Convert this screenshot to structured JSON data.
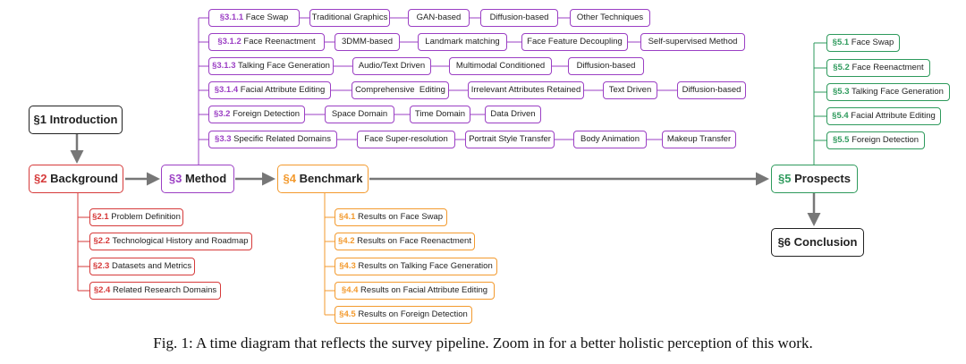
{
  "colors": {
    "background": "#d63a3a",
    "method": "#9b3fc4",
    "benchmark": "#f39a2e",
    "prospects": "#2e9a5c",
    "neutral": "#222222",
    "arrow": "#777777"
  },
  "main": {
    "intro": {
      "num": "§1",
      "label": "Introduction"
    },
    "background": {
      "num": "§2",
      "label": "Background"
    },
    "method": {
      "num": "§3",
      "label": "Method"
    },
    "benchmark": {
      "num": "§4",
      "label": "Benchmark"
    },
    "prospects": {
      "num": "§5",
      "label": "Prospects"
    },
    "conclusion": {
      "num": "§6",
      "label": "Conclusion"
    }
  },
  "method_rows": [
    {
      "head": {
        "num": "§3.1.1",
        "label": "Face Swap"
      },
      "items": [
        "Traditional Graphics",
        "GAN-based",
        "Diffusion-based",
        "Other Techniques"
      ]
    },
    {
      "head": {
        "num": "§3.1.2",
        "label": "Face Reenactment"
      },
      "items": [
        "3DMM-based",
        "Landmark matching",
        "Face Feature Decoupling",
        "Self-supervised Method"
      ]
    },
    {
      "head": {
        "num": "§3.1.3",
        "label": "Talking Face Generation"
      },
      "items": [
        "Audio/Text Driven",
        "Multimodal Conditioned",
        "Diffusion-based"
      ]
    },
    {
      "head": {
        "num": "§3.1.4",
        "label": "Facial Attribute Editing"
      },
      "items": [
        "Comprehensive  Editing",
        "Irrelevant Attributes Retained",
        "Text Driven",
        "Diffusion-based"
      ]
    },
    {
      "head": {
        "num": "§3.2",
        "label": "Foreign Detection"
      },
      "items": [
        "Space Domain",
        "Time Domain",
        "Data Driven"
      ]
    },
    {
      "head": {
        "num": "§3.3",
        "label": "Specific Related Domains"
      },
      "items": [
        "Face Super-resolution",
        "Portrait Style Transfer",
        "Body Animation",
        "Makeup Transfer"
      ]
    }
  ],
  "background_items": [
    {
      "num": "§2.1",
      "label": "Problem Definition"
    },
    {
      "num": "§2.2",
      "label": "Technological History and Roadmap"
    },
    {
      "num": "§2.3",
      "label": "Datasets and Metrics"
    },
    {
      "num": "§2.4",
      "label": "Related Research Domains"
    }
  ],
  "benchmark_items": [
    {
      "num": "§4.1",
      "label": "Results on Face Swap"
    },
    {
      "num": "§4.2",
      "label": "Results on Face Reenactment"
    },
    {
      "num": "§4.3",
      "label": "Results on Talking Face Generation"
    },
    {
      "num": "§4.4",
      "label": "Results on Facial Attribute Editing"
    },
    {
      "num": "§4.5",
      "label": "Results on Foreign Detection"
    }
  ],
  "prospects_items": [
    {
      "num": "§5.1",
      "label": "Face Swap"
    },
    {
      "num": "§5.2",
      "label": "Face Reenactment"
    },
    {
      "num": "§5.3",
      "label": "Talking Face Generation"
    },
    {
      "num": "§5.4",
      "label": "Facial Attribute Editing"
    },
    {
      "num": "§5.5",
      "label": "Foreign Detection"
    }
  ],
  "caption": "Fig. 1: A time diagram that reflects the survey pipeline. Zoom in for a better holistic perception of this work."
}
